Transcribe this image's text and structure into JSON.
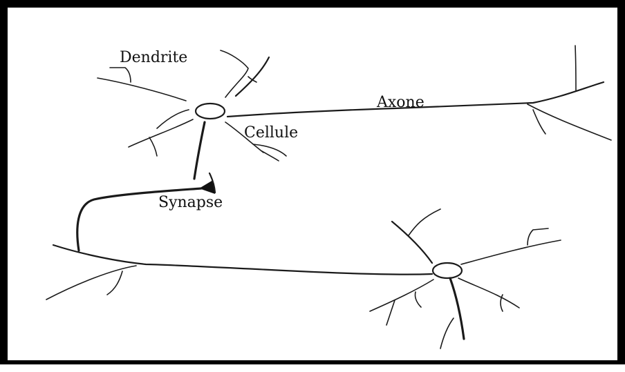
{
  "diagram": {
    "labels": {
      "dendrite": "Dendrite",
      "axone": "Axone",
      "cellule": "Cellule",
      "synapse": "Synapse"
    }
  }
}
